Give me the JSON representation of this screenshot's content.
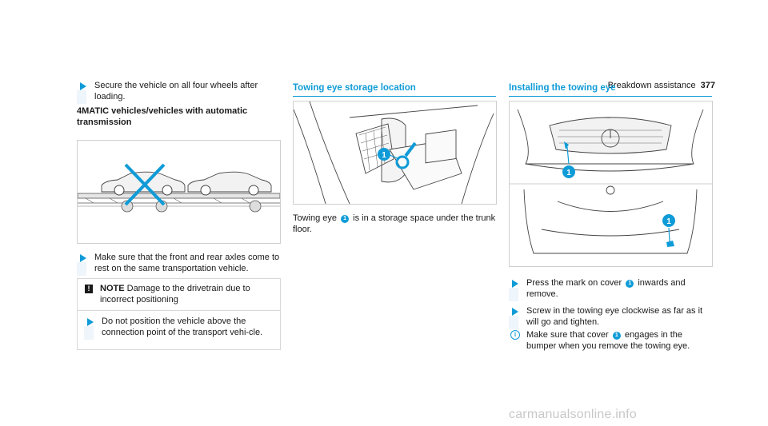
{
  "header": {
    "section": "Breakdown assistance",
    "page_number": "377"
  },
  "col1": {
    "bullet1": "Secure the vehicle on all four wheels after loading.",
    "subheading": "4MATIC vehicles/vehicles with automatic transmission",
    "bullet2": "Make sure that the front and rear axles come to rest on the same transportation vehicle.",
    "note_label": "NOTE",
    "note_text": "Damage to the drivetrain due to incorrect positioning",
    "note_bullet": "Do not position the vehicle above the connection point of the transport vehi-cle."
  },
  "col2": {
    "title": "Towing eye storage location",
    "text_before": "Towing eye",
    "badge": "1",
    "text_after": "is in a storage space under the trunk floor."
  },
  "col3": {
    "title": "Installing the towing eye",
    "bullet1_before": "Press the mark on cover",
    "bullet1_badge": "1",
    "bullet1_after": "inwards and remove.",
    "bullet2": "Screw in the towing eye clockwise as far as it will go and tighten.",
    "info_before": "Make sure that cover",
    "info_badge": "1",
    "info_after": "engages in the bumper when you remove the towing eye."
  },
  "figures": {
    "callout": "1"
  },
  "footer": {
    "watermark": "carmanualsonline.info"
  },
  "colors": {
    "accent": "#0f9bd7",
    "cross": "#0f9bd7"
  },
  "icons": [
    "play-triangle-icon",
    "exclamation-icon",
    "info-icon",
    "callout-badge-icon"
  ]
}
